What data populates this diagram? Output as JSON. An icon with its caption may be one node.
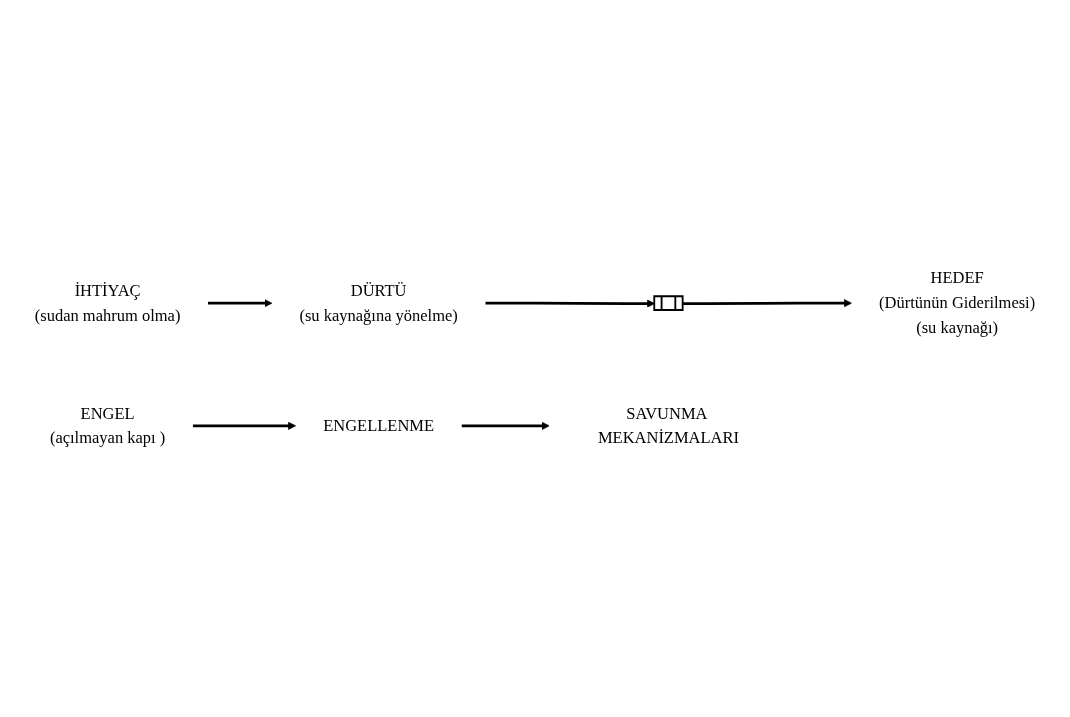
{
  "diagram": {
    "nodes": [
      {
        "text": [
          "İHTİYAÇ",
          "(sudan mahrum olma)"
        ]
      },
      {
        "text": [
          "DÜRTÜ",
          "(su kaynağına yönelme)"
        ]
      },
      {
        "text": [],
        "shape": "bar"
      },
      {
        "text": [
          "HEDEF",
          "(Dürtünün Giderilmesi)",
          "(su kaynağı)"
        ]
      },
      {
        "text": [
          "ENGEL",
          "(açılmayan kapı )"
        ]
      },
      {
        "text": [
          "ENGELLENME"
        ]
      },
      {
        "text": [
          "SAVUNMA MEKANİZMALARI"
        ]
      }
    ],
    "edges": [
      {
        "from": 0,
        "to": 1,
        "arrow": "to"
      },
      {
        "from": 1,
        "to": 2,
        "arrow": "to"
      },
      {
        "from": 2,
        "to": 3,
        "arrow": "to"
      },
      {
        "from": 4,
        "to": 5,
        "arrow": "to"
      },
      {
        "from": 5,
        "to": 6,
        "arrow": "to"
      }
    ]
  }
}
